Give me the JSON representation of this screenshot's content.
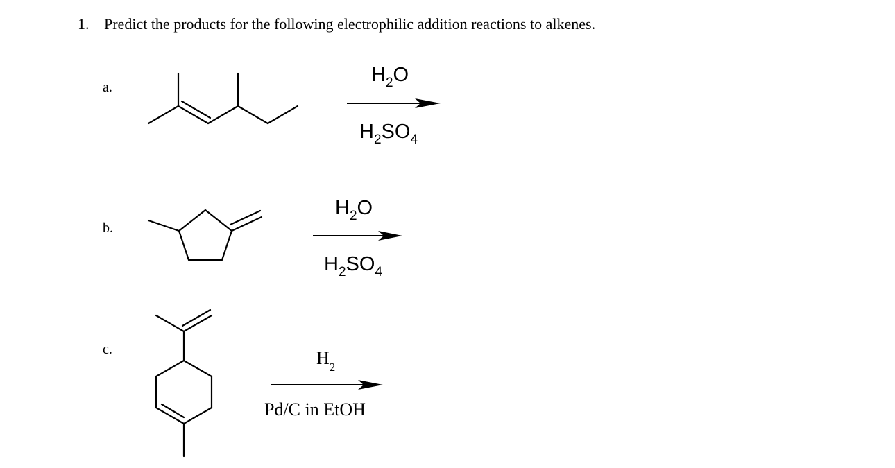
{
  "question": {
    "number": "1.",
    "text": "Predict the products for the following electrophilic addition reactions to alkenes."
  },
  "parts": [
    {
      "label": "a.",
      "reagent_top": {
        "base": "H",
        "sub": "2",
        "rest": "O"
      },
      "reagent_bottom": {
        "base": "H",
        "sub": "2",
        "mid": "SO",
        "sub2": "4"
      }
    },
    {
      "label": "b.",
      "reagent_top": {
        "base": "H",
        "sub": "2",
        "rest": "O"
      },
      "reagent_bottom": {
        "base": "H",
        "sub": "2",
        "mid": "SO",
        "sub2": "4"
      }
    },
    {
      "label": "c.",
      "reagent_top": {
        "base": "H",
        "sub": "2"
      },
      "reagent_bottom": {
        "text": "Pd/C in EtOH"
      }
    }
  ]
}
